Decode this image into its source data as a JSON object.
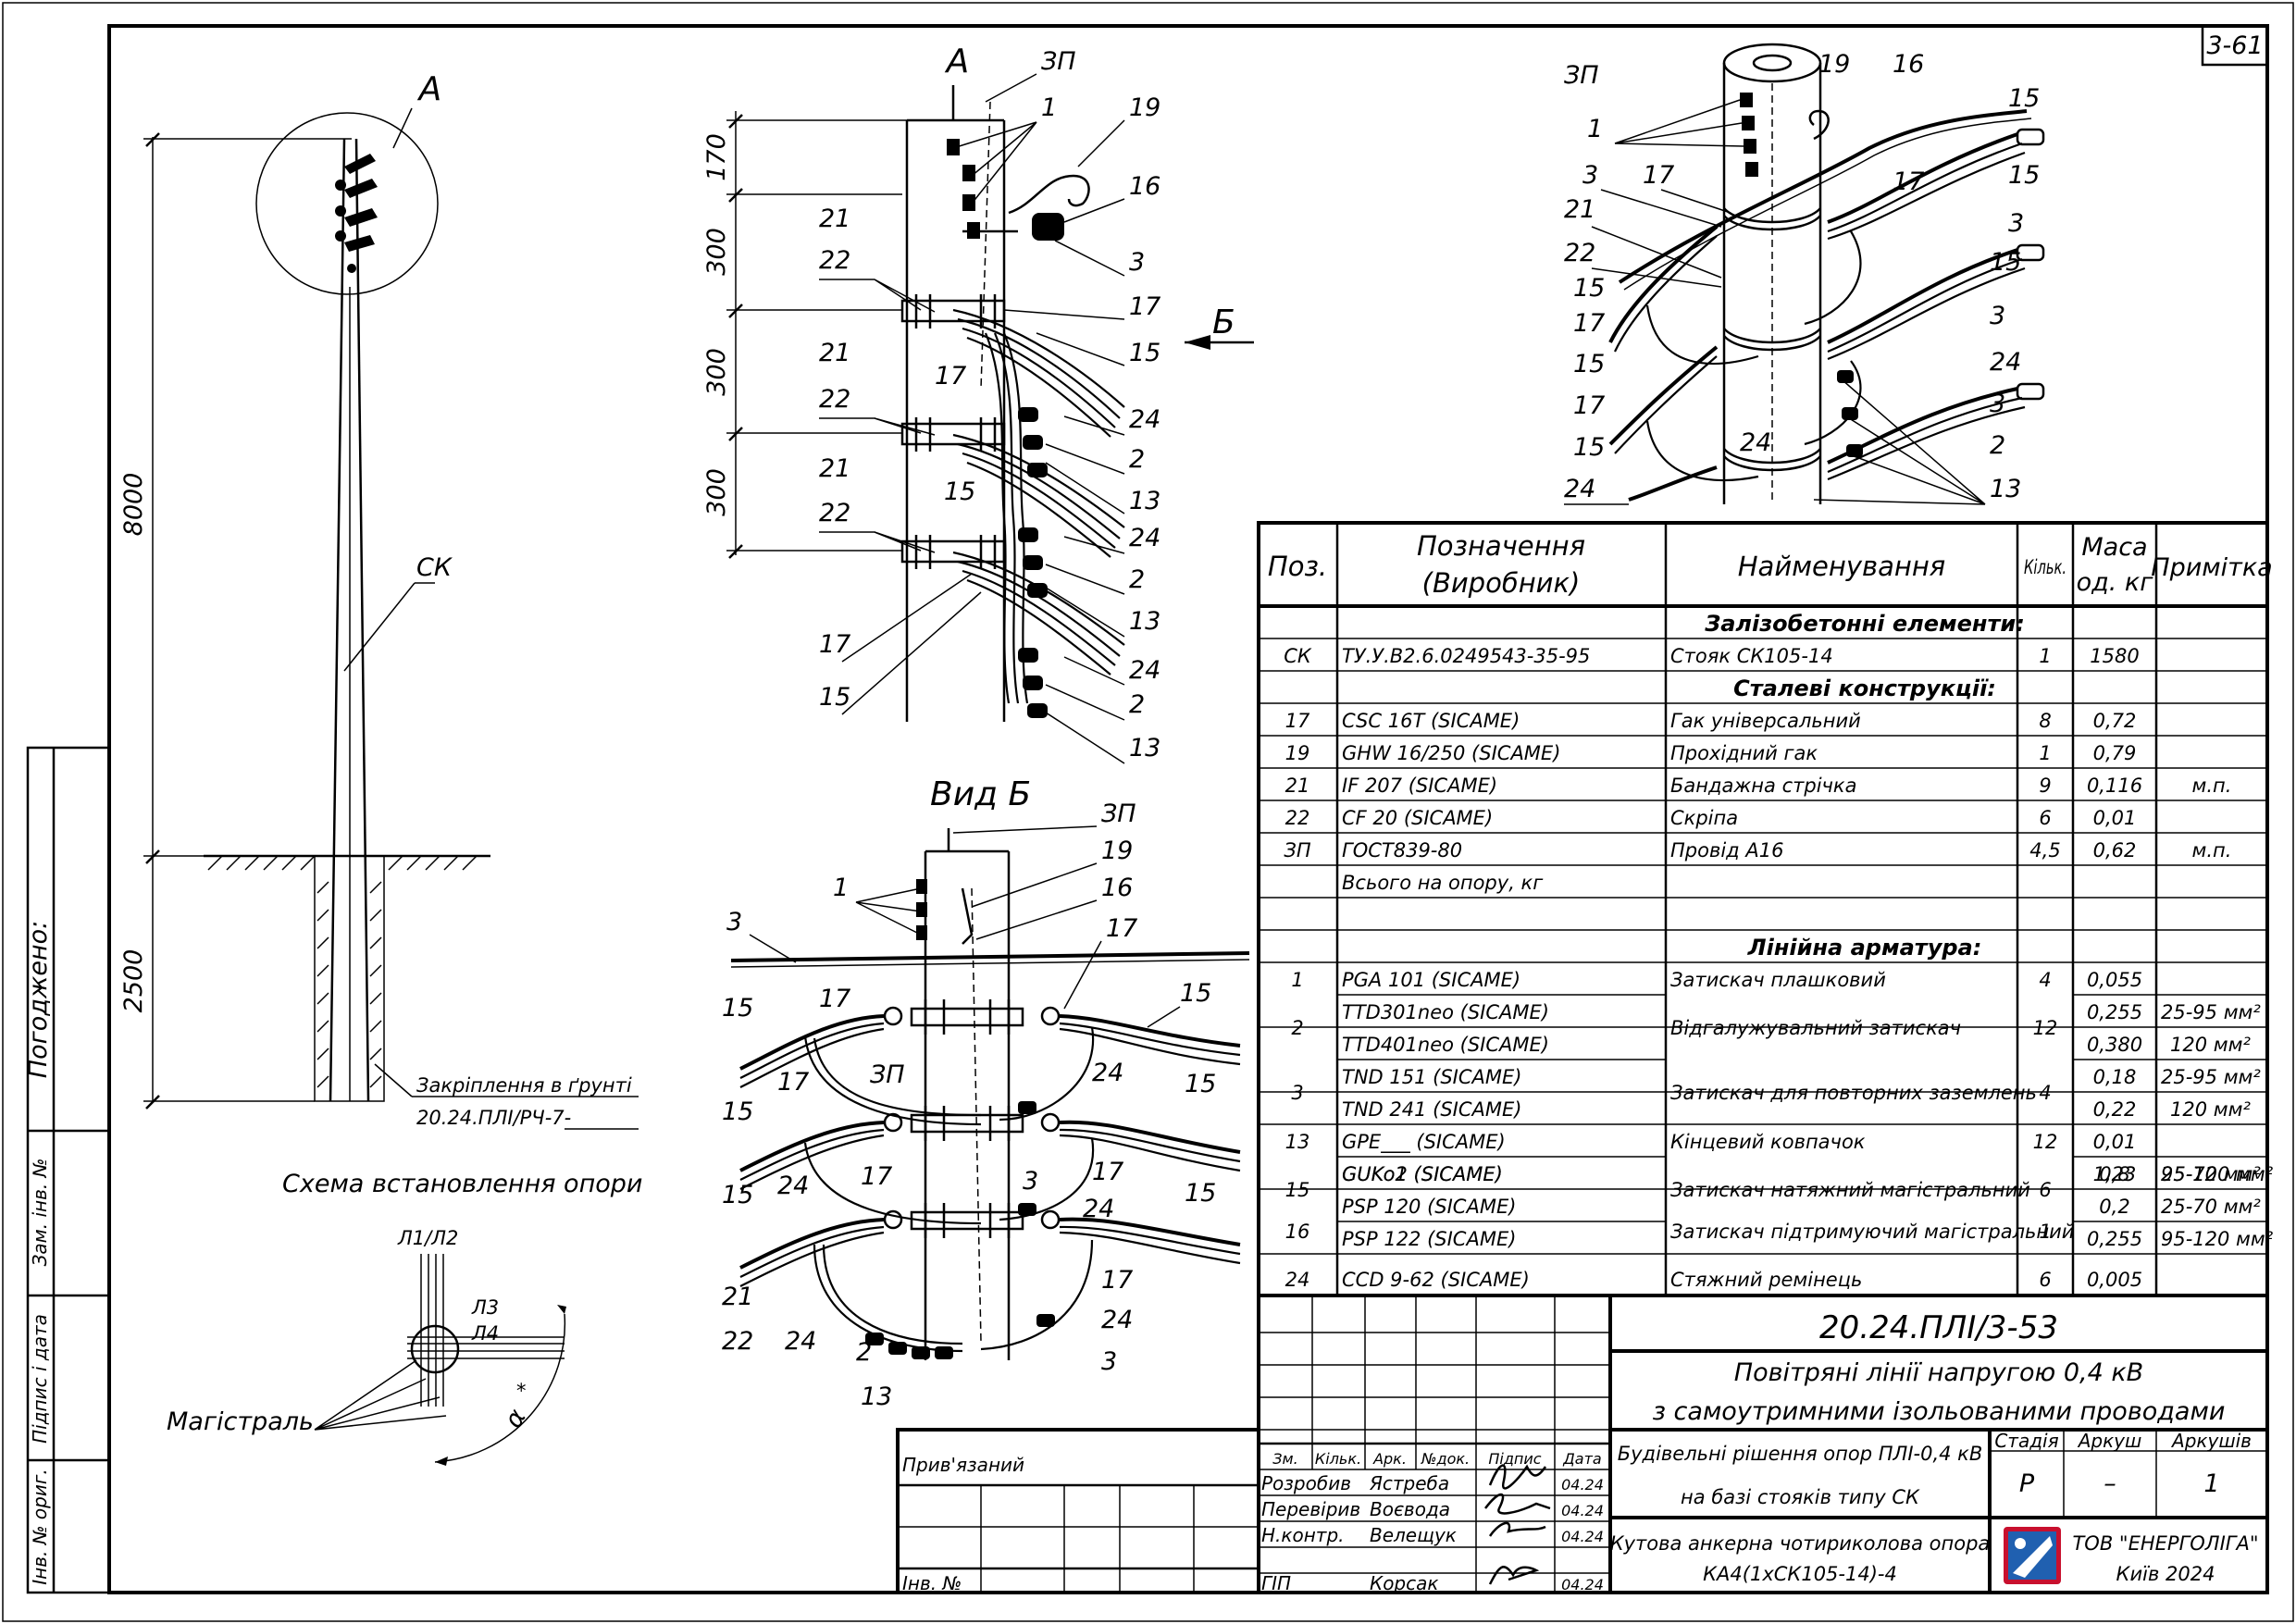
{
  "sheet": {
    "code": "3-61",
    "vertical_label": "Погоджено:"
  },
  "left_margin": {
    "labels": [
      "Інв. № ориг.",
      "Підпис і дата",
      "Зам. інв. №"
    ]
  },
  "install_scheme": {
    "title_letter": "A",
    "pole_label": "СК",
    "dim_top": "8000",
    "dim_bottom": "2500",
    "ground_note": "Закріплення в ґрунті",
    "ground_ref": "20.24.ПЛІ/РЧ-7-",
    "caption": "Схема встановлення опори",
    "plan": {
      "l1l2": "Л1/Л2",
      "l3": "Л3",
      "l4": "Л4",
      "alpha": "α",
      "star": "*",
      "main": "Магістраль"
    }
  },
  "view_a": {
    "title": "A",
    "arrow_label": "Б",
    "dims": [
      "170",
      "300",
      "300",
      "300"
    ],
    "callouts": [
      "ЗП",
      "1",
      "19",
      "16",
      "3",
      "21",
      "22",
      "17",
      "15",
      "21",
      "22",
      "17",
      "24",
      "2",
      "13",
      "15",
      "21",
      "22",
      "24",
      "2",
      "13",
      "17",
      "15",
      "24",
      "2",
      "13"
    ]
  },
  "view_b": {
    "title": "Вид Б",
    "callouts": [
      "ЗП",
      "19",
      "16",
      "1",
      "3",
      "17",
      "15",
      "17",
      "15",
      "ЗП",
      "24",
      "17",
      "15",
      "24",
      "3",
      "17",
      "24",
      "17",
      "15",
      "21",
      "22",
      "24",
      "2",
      "13",
      "24",
      "3",
      "15",
      "17",
      "15"
    ]
  },
  "iso_view": {
    "callouts": [
      "ЗП",
      "19",
      "16",
      "15",
      "1",
      "3",
      "17",
      "15",
      "17",
      "21",
      "22",
      "15",
      "3",
      "15",
      "17",
      "15",
      "3",
      "24",
      "17",
      "3",
      "15",
      "2",
      "24",
      "24",
      "13"
    ]
  },
  "spec": {
    "headers": {
      "pos": "Поз.",
      "designation": "Позначення",
      "designation2": "(Виробник)",
      "name": "Найменування",
      "qty": "Кільк.",
      "mass": "Маса",
      "mass2": "од. кг",
      "note": "Примітка"
    },
    "sections": {
      "concrete": "Залізобетонні елементи:",
      "steel": "Сталеві конструкції:",
      "fittings": "Лінійна арматура:"
    },
    "rows": [
      {
        "pos": "СК",
        "des": "ТУ.У.В2.6.0249543-35-95",
        "name": "Стояк СК105-14",
        "qty": "1",
        "mass": "1580",
        "note": ""
      },
      {
        "pos": "17",
        "des": "CSC 16T   (SICAME)",
        "name": "Гак універсальний",
        "qty": "8",
        "mass": "0,72",
        "note": ""
      },
      {
        "pos": "19",
        "des": "GHW 16/250   (SICAME)",
        "name": "Прохідний гак",
        "qty": "1",
        "mass": "0,79",
        "note": ""
      },
      {
        "pos": "21",
        "des": "IF 207   (SICAME)",
        "name": "Бандажна стрічка",
        "qty": "9",
        "mass": "0,116",
        "note": "м.п."
      },
      {
        "pos": "22",
        "des": "CF 20   (SICAME)",
        "name": "Скріпа",
        "qty": "6",
        "mass": "0,01",
        "note": ""
      },
      {
        "pos": "ЗП",
        "des": "ГОСТ839-80",
        "name": "Провід А16",
        "qty": "4,5",
        "mass": "0,62",
        "note": "м.п."
      },
      {
        "pos": "",
        "des": "Всього на опору, кг",
        "name": "",
        "qty": "",
        "mass": "",
        "note": ""
      },
      {
        "pos": "1",
        "des": "PGA 101   (SICAME)",
        "name": "Затискач плашковий",
        "qty": "4",
        "mass": "0,055",
        "note": ""
      },
      {
        "pos": "2",
        "des": "TTD301neo   (SICAME)",
        "des2": "TTD401neo   (SICAME)",
        "name": "Відгалужувальний затискач",
        "qty": "12",
        "mass": "0,255",
        "mass2": "0,380",
        "note": "25-95 мм²",
        "note2": "120 мм²"
      },
      {
        "pos": "3",
        "des": "TND 151   (SICAME)",
        "des2": "TND 241   (SICAME)",
        "name": "Затискач для повторних заземлень",
        "qty": "4",
        "mass": "0,18",
        "mass2": "0,22",
        "note": "25-95 мм²",
        "note2": "120 мм²"
      },
      {
        "pos": "13",
        "des": "GPE___   (SICAME)",
        "name": "Кінцевий ковпачок",
        "qty": "12",
        "mass": "0,01",
        "note": ""
      },
      {
        "pos": "15",
        "des": "GUKo1   (SICAME)",
        "des2": "GUKo2   (SICAME)",
        "name": "Затискач натяжний магістральний",
        "qty": "6",
        "mass": "0,8",
        "mass2": "1,23",
        "note": "25-70 мм²",
        "note2": "95-120 мм²"
      },
      {
        "pos": "16",
        "des": "PSP 120   (SICAME)",
        "des2": "PSP 122   (SICAME)",
        "name": "Затискач підтримуючий магістральний",
        "qty": "1",
        "mass": "0,2",
        "mass2": "0,255",
        "note": "25-70 мм²",
        "note2": "95-120 мм²"
      },
      {
        "pos": "24",
        "des": "CCD 9-62   (SICAME)",
        "name": "Стяжний ремінець",
        "qty": "6",
        "mass": "0,005",
        "note": ""
      }
    ]
  },
  "title_block": {
    "doc_code": "20.24.ПЛІ/3-53",
    "project1": "Повітряні лінії напругою 0,4 кВ",
    "project2": "з самоутримними ізольованими проводами",
    "part1": "Будівельні рішення опор ПЛІ-0,4 кВ",
    "part2": "на базі стояків типу СК",
    "sheet_title1": "Кутова анкерна чотириколова опора",
    "sheet_title2": "КА4(1хСК105-14)-4",
    "stage_h": "Стадія",
    "sheet_h": "Аркуш",
    "sheets_h": "Аркушів",
    "stage": "Р",
    "sheet": "–",
    "sheets": "1",
    "company": "ТОВ \"ЕНЕРГОЛІГА\"",
    "city": "Київ 2024",
    "bound": "Прив'язаний",
    "inv": "Інв. №",
    "cols": [
      "Зм.",
      "Кільк.",
      "Арк.",
      "№док.",
      "Підпис",
      "Дата"
    ],
    "people": [
      {
        "role": "Розробив",
        "name": "Ястреба",
        "date": "04.24"
      },
      {
        "role": "Перевірив",
        "name": "Воєвода",
        "date": "04.24"
      },
      {
        "role": "Н.контр.",
        "name": "Велещук",
        "date": "04.24"
      },
      {
        "role": "ГІП",
        "name": "Корсак",
        "date": "04.24"
      }
    ]
  }
}
